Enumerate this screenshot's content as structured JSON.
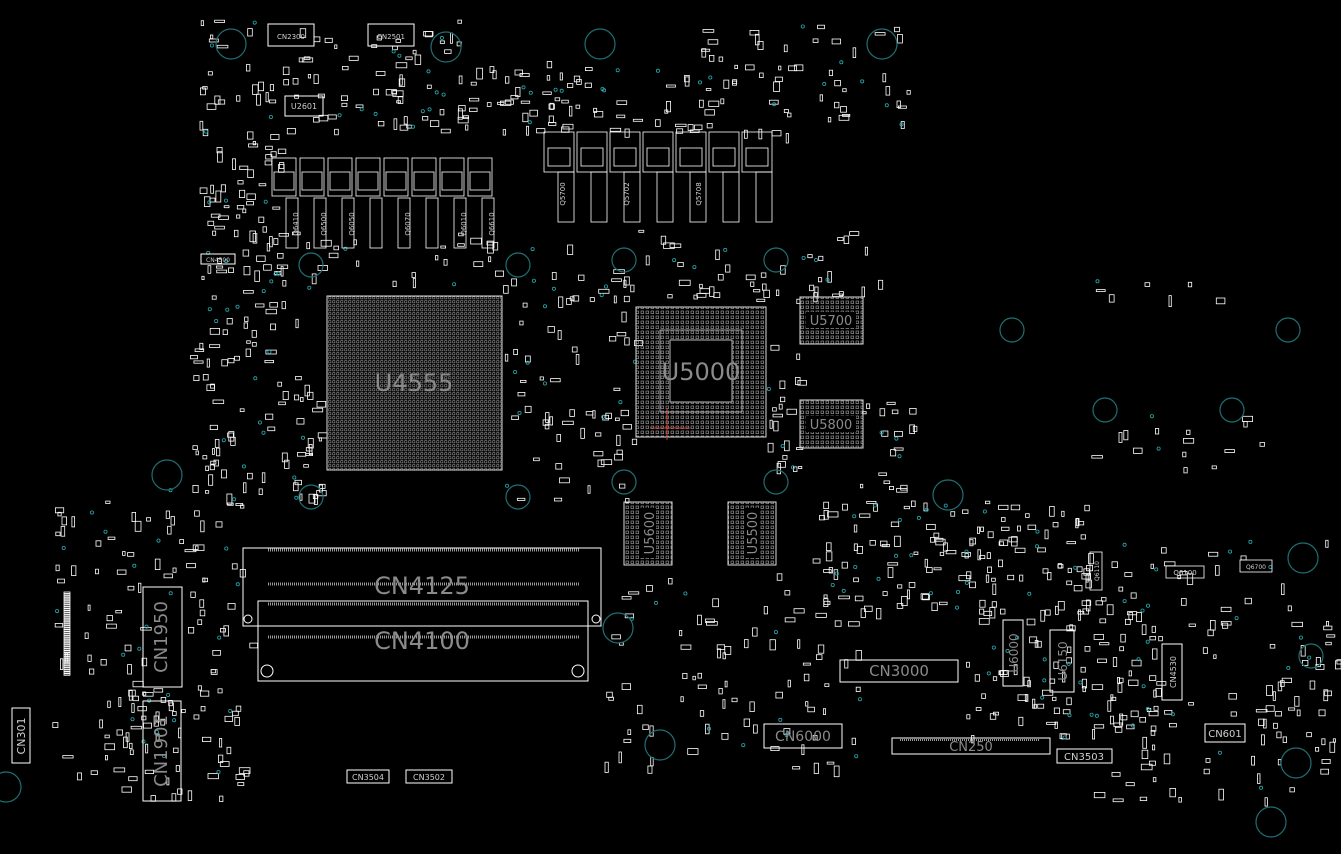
{
  "colors": {
    "background": "#000000",
    "silkscreen": "#ffffff",
    "label_text": "#cfcfcf",
    "chip_label": "#8a8a8a",
    "hole_ring": "#1f6f73",
    "via": "#2aa7b0",
    "highlight": "#c0392b"
  },
  "components": {
    "u4555": "U4555",
    "u5000": "U5000",
    "u5700": "U5700",
    "u5800": "U5800",
    "u5600": "U5600",
    "u5500": "U5500",
    "cn4125": "CN4125",
    "cn4100": "CN4100",
    "cn1950": "CN1950",
    "cn1901": "CN1901",
    "cn301": "CN301",
    "cn3000": "CN3000",
    "cn6000": "CN6000",
    "cn250": "CN250",
    "cn3503": "CN3503",
    "cn3504": "CN3504",
    "cn3502": "CN3502",
    "cn601": "CN601",
    "cn4530": "CN4530",
    "u2601": "U2601",
    "cn2300": "CN2300",
    "cn2501": "CN2501",
    "cn4500": "CN4500",
    "u6000": "U6000",
    "u6150": "U6150",
    "q6410": "Q6410",
    "q6050": "Q6050",
    "q6070": "Q6070",
    "q6010": "Q6010",
    "q6100": "Q6100",
    "q6110": "Q6110",
    "q5700": "Q5700",
    "q5702": "Q5702",
    "q5708": "Q5708",
    "q6500": "Q6500",
    "q6610": "Q6610",
    "q6700": "Q6700"
  }
}
